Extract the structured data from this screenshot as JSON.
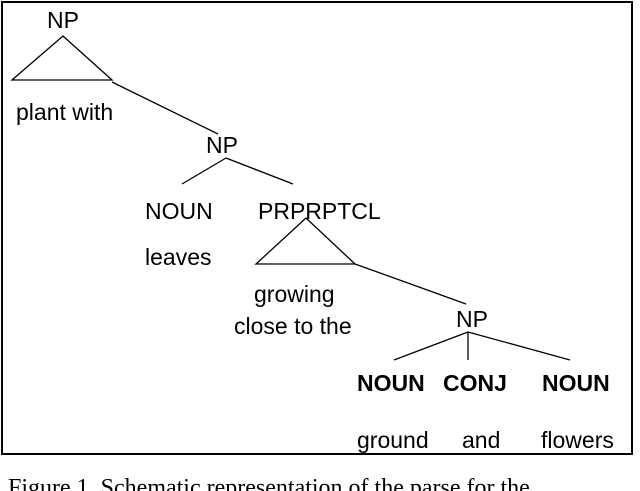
{
  "nodes": {
    "np_root": "NP",
    "plant_with": "plant with",
    "np_mid": "NP",
    "noun_leaves_tag": "NOUN",
    "leaves": "leaves",
    "prprptcl": "PRPRPTCL",
    "growing": "growing",
    "close_to_the": "close to the",
    "np_low": "NP",
    "noun_ground_tag": "NOUN",
    "conj_tag": "CONJ",
    "noun_flowers_tag": "NOUN",
    "ground": "ground",
    "and": "and",
    "flowers": "flowers"
  },
  "caption": "Figure 1.   Schematic representation of the parse for the"
}
